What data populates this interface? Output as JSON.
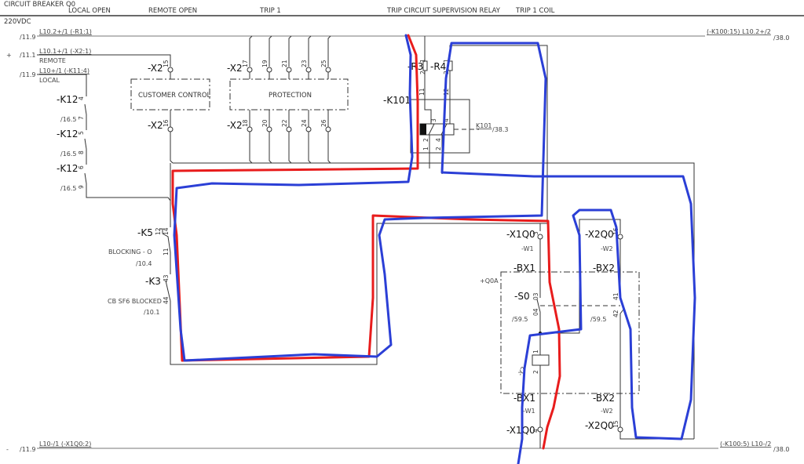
{
  "header": {
    "title": "CIRCUIT BREAKER Q0",
    "columns": [
      "LOCAL OPEN",
      "REMOTE OPEN",
      "TRIP 1",
      "TRIP CIRCUIT SUPERVISION RELAY",
      "TRIP 1 COIL"
    ]
  },
  "supply": "220VDC",
  "rails": {
    "l1": {
      "ref": "/11.9",
      "label": "L10.2+/1 (-R1:1)",
      "right_label": "(-K100:15) L10.2+/2",
      "right_ref": "/38.0"
    },
    "l2": {
      "sign": "+",
      "ref": "/11.1",
      "label": "L10.1+/1 (-X2:1)",
      "sub": "REMOTE"
    },
    "l3": {
      "ref": "/11.9",
      "label": "L10+/1 (-K11:4)",
      "sub": "LOCAL"
    },
    "neg": {
      "sign": "-",
      "ref": "/11.9",
      "label": "L10-/1 (-X1Q0:2)",
      "right_label": "(-K100:5) L10-/2",
      "right_ref": "/38.0"
    }
  },
  "k12": {
    "label": "-K12",
    "refs": [
      "/16.5",
      "/16.5",
      "/16.5"
    ],
    "pins": [
      "4",
      "7",
      "5",
      "8",
      "6",
      "9"
    ]
  },
  "x2": {
    "label": "-X2",
    "customer_pins": [
      "15",
      "16"
    ],
    "protection_top": [
      "17",
      "19",
      "21",
      "23",
      "25"
    ],
    "protection_bottom": [
      "18",
      "20",
      "22",
      "24",
      "26"
    ]
  },
  "boxes": {
    "customer": "CUSTOMER CONTROL",
    "protection": "PROTECTION"
  },
  "k5": {
    "label": "-K5",
    "pins": [
      "12",
      "14",
      "11"
    ],
    "desc": "BLOCKING - O",
    "ref": "/10.4"
  },
  "k3": {
    "label": "-K3",
    "pins": [
      "43",
      "44"
    ],
    "desc": "CB SF6 BLOCKED",
    "ref": "/10.1"
  },
  "relay": {
    "r3": "-R3",
    "r4": "-R4",
    "k101": "-K101",
    "k101_ref_label": "K101",
    "k101_ref": "/38.3",
    "pins": [
      "1",
      "2",
      "1",
      "2",
      "11",
      "12",
      "3",
      "4",
      "2",
      "4",
      "1",
      "2"
    ]
  },
  "breaker": {
    "assembly": "+Q0A",
    "x1q0": "-X1Q0",
    "x2q0": "-X2Q0",
    "bx1": "-BX1",
    "bx2": "-BX2",
    "w1": "-W1",
    "w2": "-W2",
    "s0": "-S0",
    "y2": "-Y2",
    "s0_ref_left": "/59.5",
    "s0_ref_right": "/59.5",
    "pins": {
      "x1q0_top": "3",
      "x1q0_bot": "4",
      "x2q0_top": "16",
      "x2q0_bot": "15",
      "s0_a": "03",
      "s0_b": "04",
      "s0_c": "41",
      "s0_d": "42",
      "coil_a": "1",
      "coil_b": "2"
    }
  },
  "annotations": {
    "red": "#e81c1c",
    "blue": "#2b3fd6"
  }
}
